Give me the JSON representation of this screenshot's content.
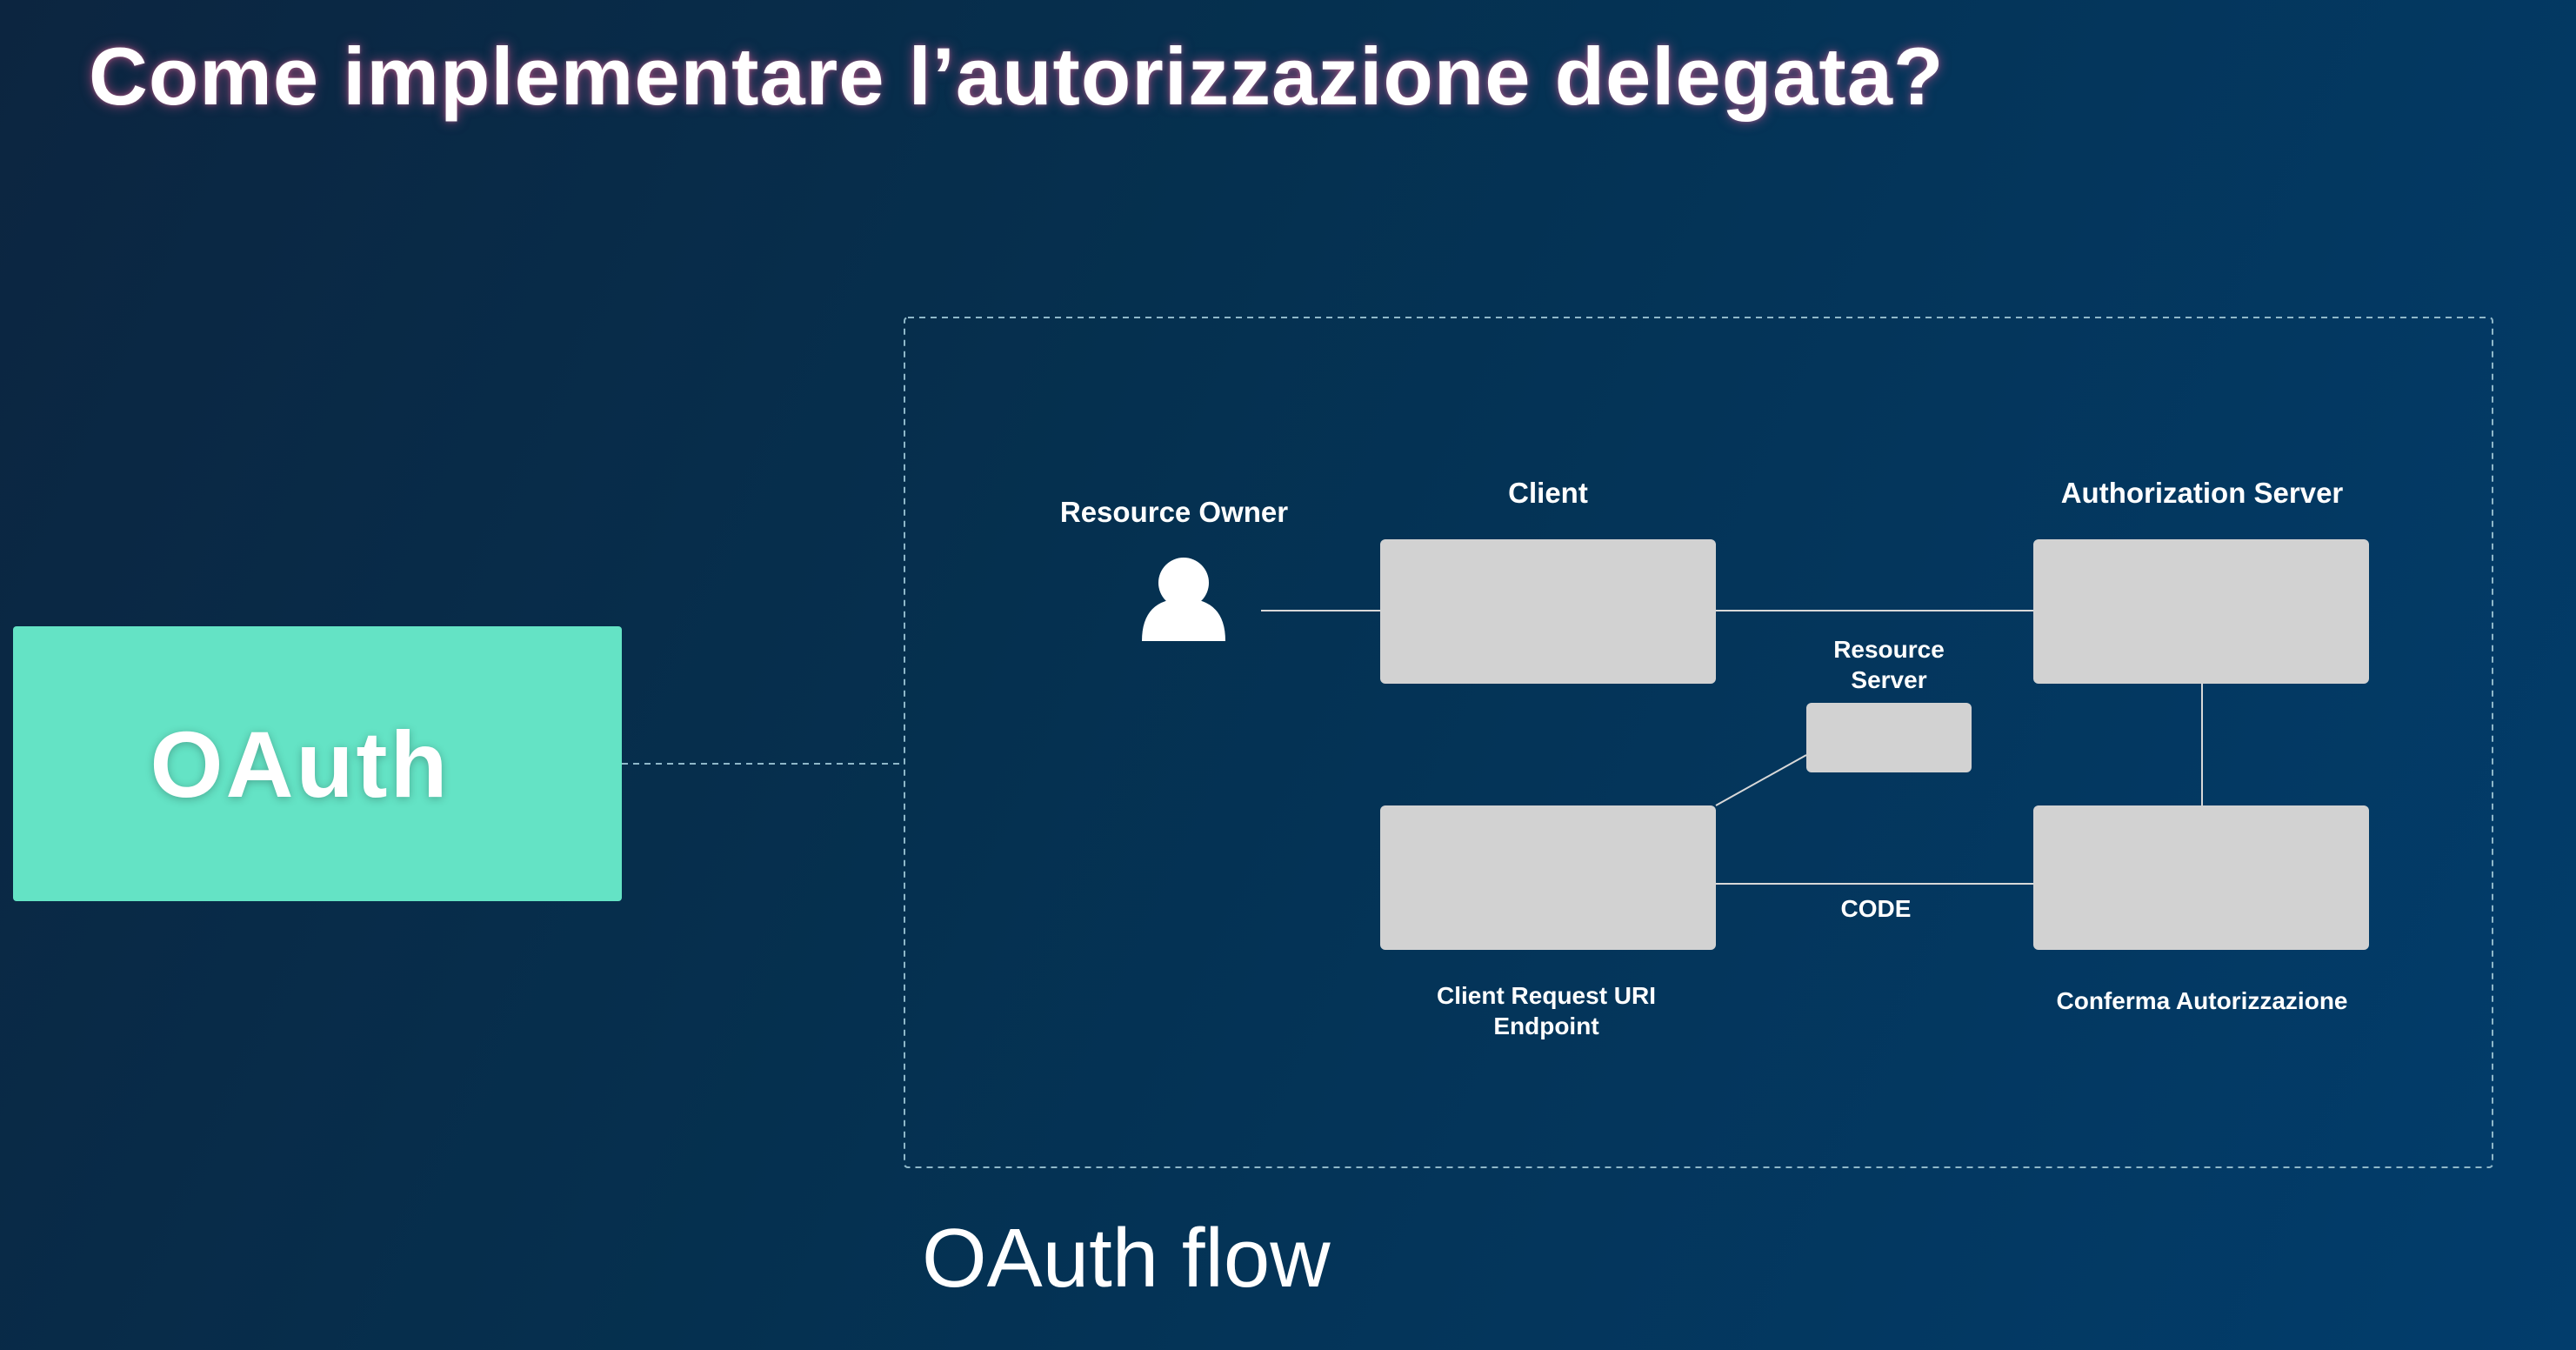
{
  "slide": {
    "title": "Come implementare l’autorizzazione delegata?",
    "caption": "OAuth flow"
  },
  "oauth_box": {
    "label": "OAuth"
  },
  "diagram": {
    "resource_owner": "Resource Owner",
    "client": "Client",
    "authorization_server": "Authorization Server",
    "resource_server": "Resource Server",
    "code": "CODE",
    "client_request_uri": "Client Request URI Endpoint",
    "conferma": "Conferma Autorizzazione"
  },
  "colors": {
    "accent": "#64e3c5",
    "node_fill": "#d2d2d2",
    "line": "#d8d8d8",
    "background": "#05304f"
  },
  "icons": {
    "resource_owner": "user-icon"
  }
}
